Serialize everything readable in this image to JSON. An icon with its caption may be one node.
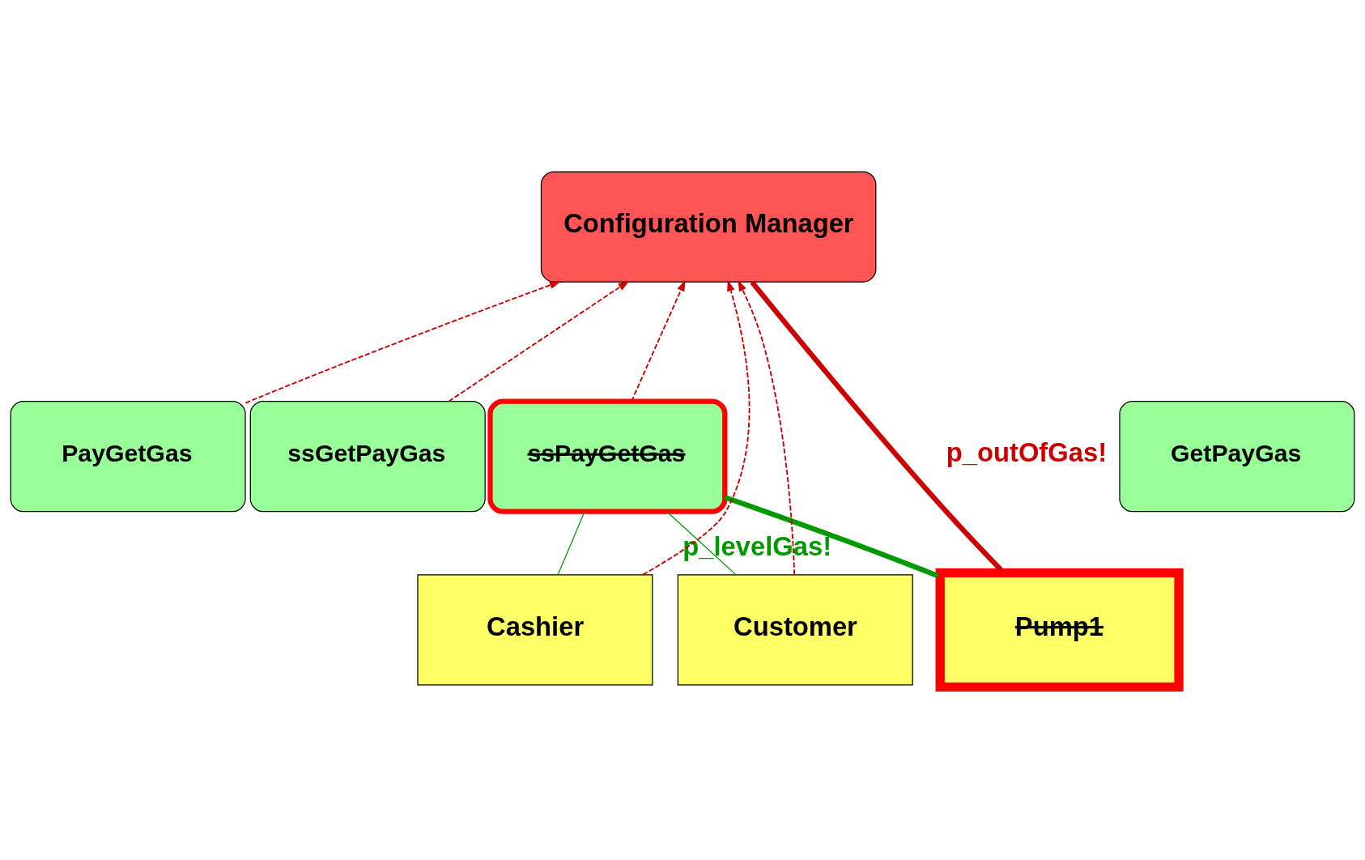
{
  "diagram": {
    "nodes": [
      {
        "text": [
          "Configuration Manager"
        ]
      },
      {
        "text": [
          "GetPayGas"
        ]
      },
      {
        "text": [
          "PayGetGas"
        ]
      },
      {
        "text": [
          "ssGetPayGas"
        ]
      },
      {
        "text": [
          "ssPayGetGas"
        ]
      },
      {
        "text": [
          "Cashier"
        ]
      },
      {
        "text": [
          "Customer"
        ]
      },
      {
        "text": [
          "Pump1"
        ]
      }
    ],
    "edges": [
      {
        "from": 5,
        "to": 0,
        "arrow": "to",
        "style": "dashed"
      },
      {
        "from": 2,
        "to": 0,
        "arrow": "to",
        "style": "dashed"
      },
      {
        "from": 6,
        "to": 0,
        "arrow": "to",
        "style": "dashed"
      },
      {
        "from": 7,
        "to": 0,
        "arrow": "none",
        "style": "thick",
        "label": "p_outOfGas!"
      },
      {
        "from": 3,
        "to": 0,
        "arrow": "to",
        "style": "dashed"
      },
      {
        "from": 4,
        "to": 0,
        "arrow": "to",
        "style": "dashed"
      },
      {
        "from": 4,
        "to": 5,
        "arrow": "none",
        "color": "#009900"
      },
      {
        "from": 4,
        "to": 6,
        "arrow": "none",
        "color": "#009900"
      },
      {
        "from": 4,
        "to": 7,
        "arrow": "none",
        "style": "thick",
        "color": "#009900",
        "label": "p_levelGas!"
      }
    ]
  }
}
